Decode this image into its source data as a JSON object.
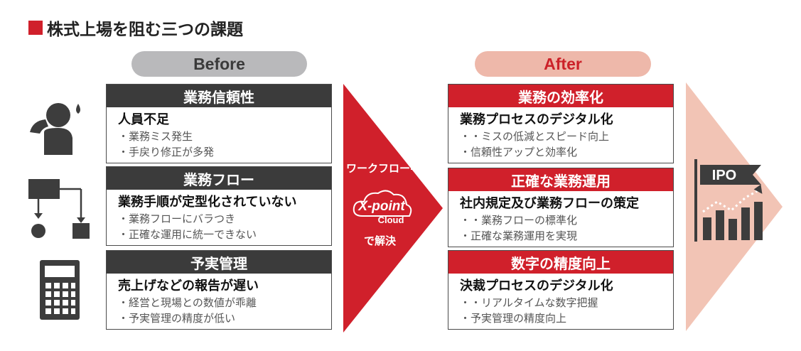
{
  "title": "株式上場を阻む三つの課題",
  "before": {
    "label": "Before",
    "cards": [
      {
        "header": "業務信頼性",
        "title": "人員不足",
        "items": [
          "・業務ミス発生",
          "・手戻り修正が多発"
        ]
      },
      {
        "header": "業務フロー",
        "title": "業務手順が定型化されていない",
        "items": [
          "・業務フローにバラつき",
          "・正確な運用に統一できない"
        ]
      },
      {
        "header": "予実管理",
        "title": "売上げなどの報告が遅い",
        "items": [
          "・経営と現場との数値が乖離",
          "・予実管理の精度が低い"
        ]
      }
    ]
  },
  "middle": {
    "workflow_label": "ワークフロー",
    "logo_text": "X-point",
    "logo_sub": "Cloud",
    "solve_label": "で解決"
  },
  "after": {
    "label": "After",
    "cards": [
      {
        "header": "業務の効率化",
        "title": "業務プロセスのデジタル化",
        "items": [
          "・・ミスの低減とスピード向上",
          "・信頼性アップと効率化"
        ]
      },
      {
        "header": "正確な業務運用",
        "title": "社内規定及び業務フローの策定",
        "items": [
          "・・業務フローの標準化",
          "・正確な業務運用を実現"
        ]
      },
      {
        "header": "数字の精度向上",
        "title": "決裁プロセスのデジタル化",
        "items": [
          "・・リアルタイムな数字把握",
          "・予実管理の精度向上"
        ]
      }
    ]
  },
  "ipo": {
    "flag_text": "IPO"
  },
  "icons": {
    "before_row_1": "confused-person-icon",
    "before_row_2": "workflow-chart-icon",
    "before_row_3": "calculator-icon",
    "ipo": "ipo-growth-chart-icon"
  },
  "colors": {
    "accent_red": "#d0202b",
    "dark_header": "#3b3b3b",
    "before_pill": "#b9b9bb",
    "after_pill": "#eeb8aa",
    "ipo_arrow": "#f2c4b5"
  }
}
